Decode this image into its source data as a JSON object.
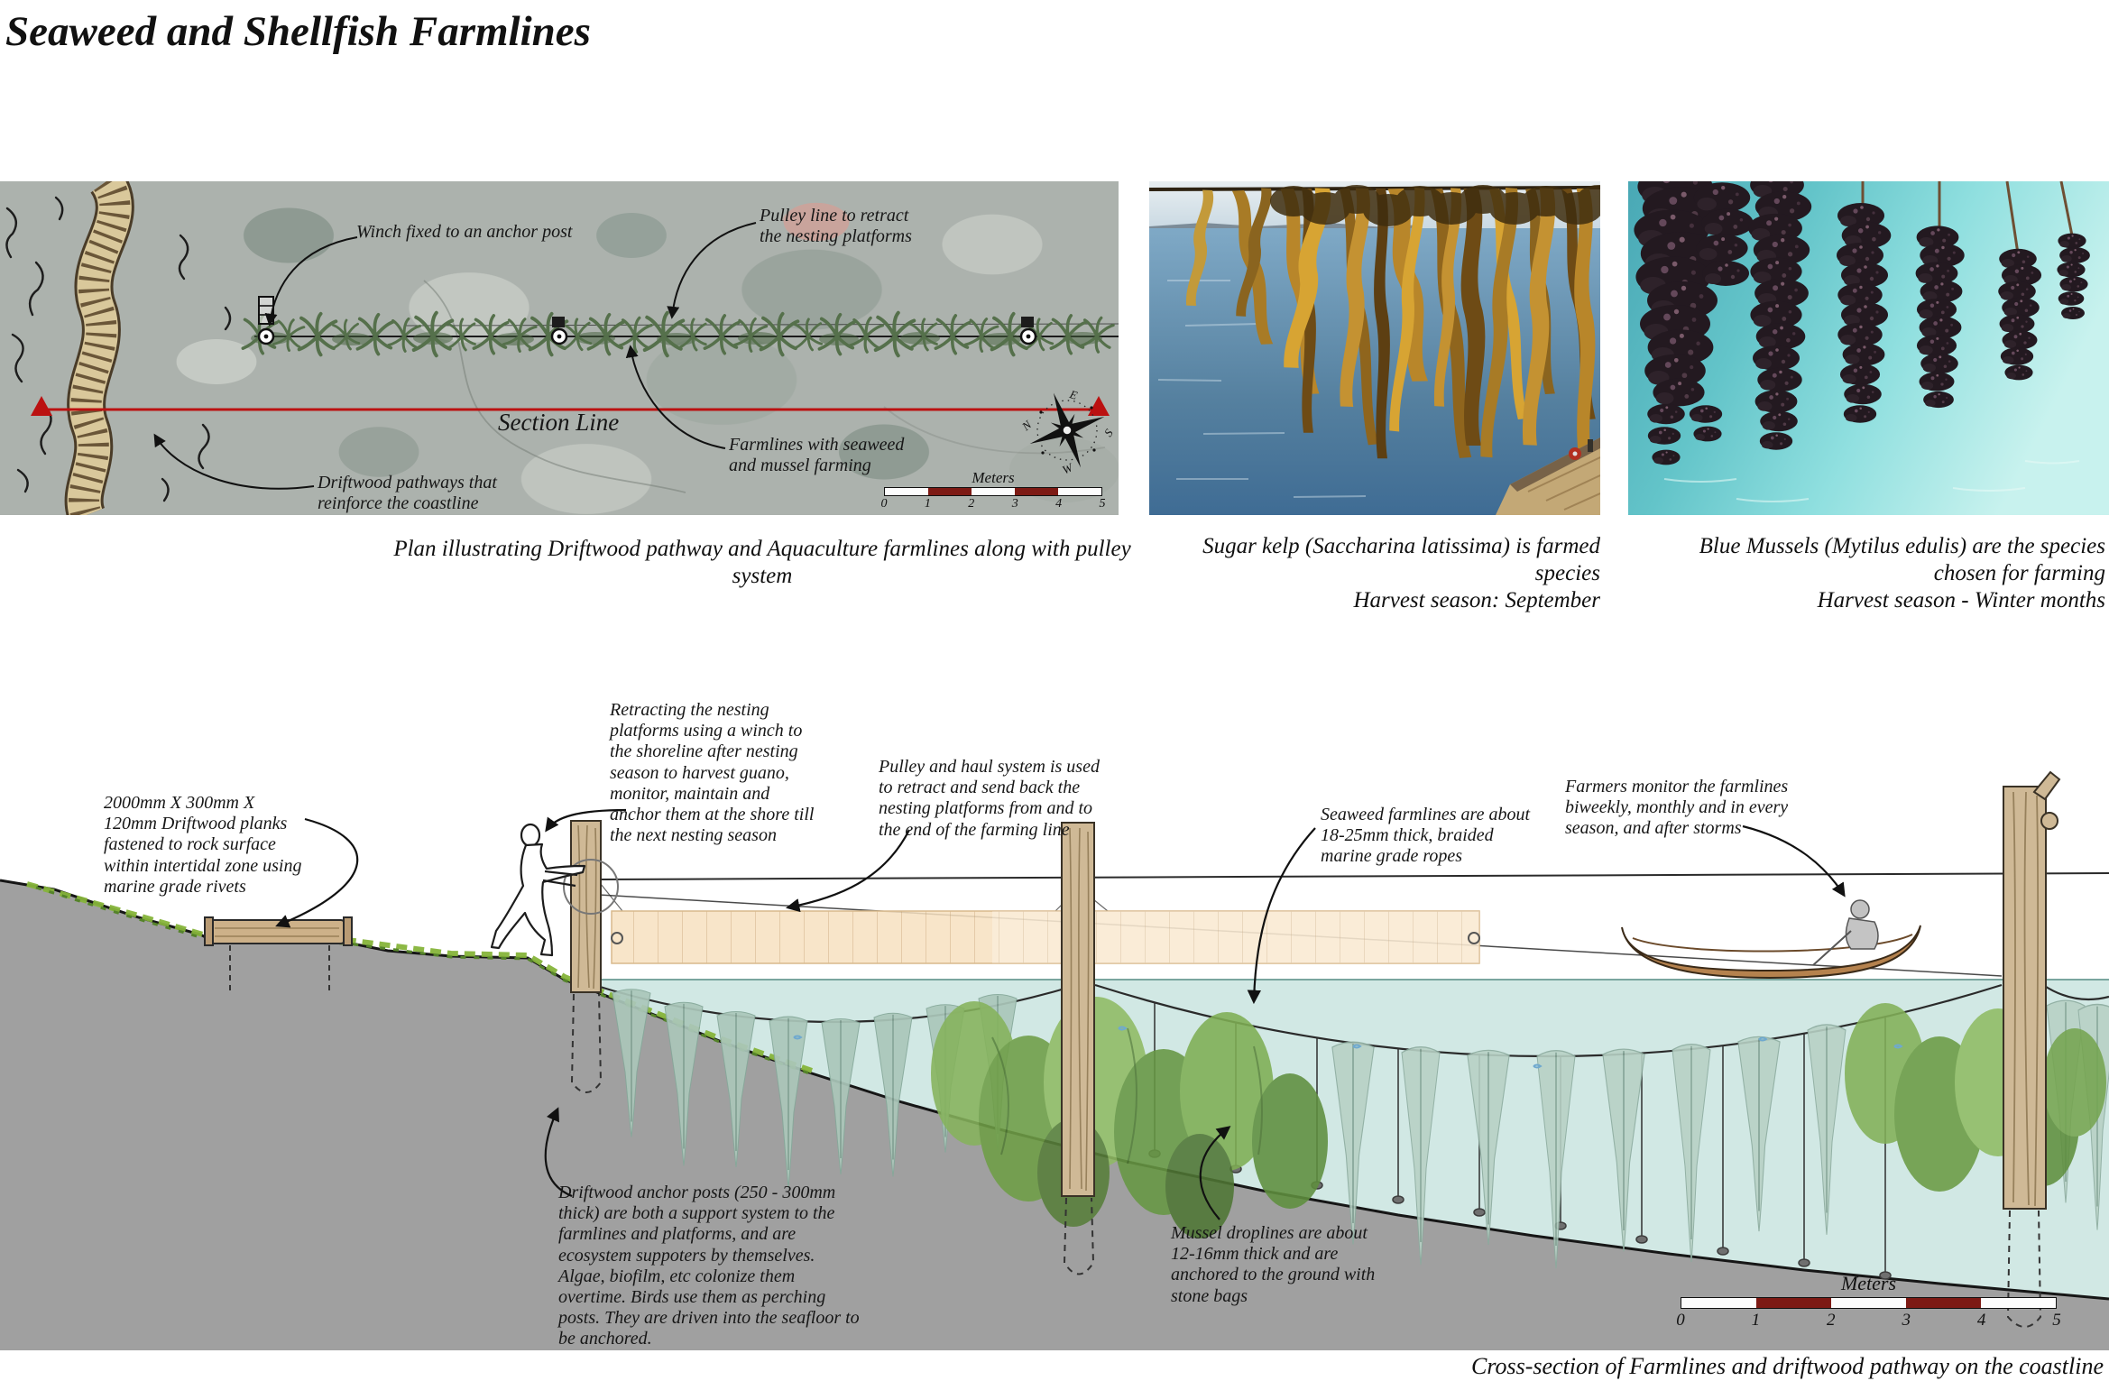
{
  "title": "Seaweed and Shellfish Farmlines",
  "colors": {
    "section_line_red": "#bb1111",
    "scale_bar_red": "#7d1a14",
    "water_teal": "#a7d1cb",
    "ground_grey": "#a0a0a0",
    "driftwood_tan": "#cfb893"
  },
  "plan_panel": {
    "caption": "Plan illustrating Driftwood pathway and Aquaculture farmlines along with pulley system",
    "annotations": {
      "winch": "Winch fixed to an anchor post",
      "pulley": "Pulley line to retract the nesting platforms",
      "section_line": "Section Line",
      "farmlines": "Farmlines with seaweed and mussel farming",
      "driftwood": "Driftwood pathways that reinforce the coastline"
    },
    "compass": {
      "n": "N",
      "e": "E",
      "s": "S",
      "w": "W"
    },
    "scale": {
      "title": "Meters",
      "ticks": [
        "0",
        "1",
        "2",
        "3",
        "4",
        "5"
      ]
    }
  },
  "kelp_panel": {
    "caption_line1": "Sugar kelp (Saccharina latissima) is farmed species",
    "caption_line2": "Harvest season: September"
  },
  "mussel_panel": {
    "caption_line1": "Blue Mussels (Mytilus edulis) are the species chosen for farming",
    "caption_line2": "Harvest season - Winter months"
  },
  "section_panel": {
    "caption": "Cross-section of Farmlines and driftwood pathway on the coastline",
    "annotations": {
      "planks": "2000mm X 300mm X 120mm Driftwood planks fastened to rock surface within intertidal zone using marine grade rivets",
      "retracting": "Retracting the nesting platforms using a winch to the shoreline after nesting season to harvest guano, monitor, maintain and anchor them at the shore till the next nesting season",
      "pulley_haul": "Pulley and haul system is used to retract and send back the nesting platforms from and to the end of the farming line",
      "seaweed_lines": "Seaweed farmlines are about 18-25mm thick, braided marine grade ropes",
      "farmers": "Farmers monitor the farmlines biweekly, monthly and in every season, and after storms",
      "anchor_posts": "Driftwood anchor posts (250 - 300mm thick) are both a support system to the farmlines and platforms, and are ecosystem suppoters by themselves. Algae, biofilm, etc colonize them overtime. Birds use them as perching posts. They are driven into the seafloor to be anchored.",
      "droplines": "Mussel droplines are about 12-16mm thick and are anchored to the ground with stone bags"
    },
    "scale": {
      "title": "Meters",
      "ticks": [
        "0",
        "1",
        "2",
        "3",
        "4",
        "5"
      ]
    }
  }
}
